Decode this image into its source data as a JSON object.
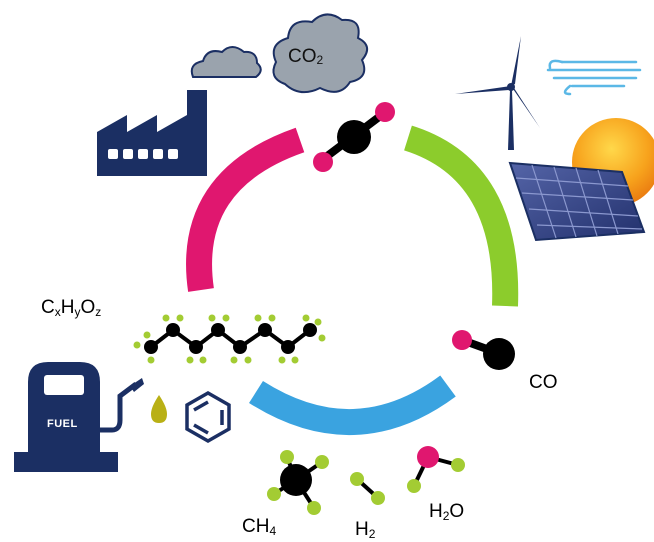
{
  "labels": {
    "co2": {
      "main": "CO",
      "sub": "2"
    },
    "fuel_formula": {
      "c": "C",
      "x": "x",
      "h": "H",
      "y": "y",
      "o": "O",
      "z": "z"
    },
    "co": "CO",
    "ch4": {
      "main": "CH",
      "sub": "4"
    },
    "h2": {
      "main": "H",
      "sub": "2"
    },
    "h2o": {
      "h": "H",
      "sub": "2",
      "o": "O"
    },
    "fuel_pump": "FUEL"
  },
  "colors": {
    "navy": "#1b2f63",
    "pink": "#e0176f",
    "green": "#8ccc2c",
    "blue": "#3aa3e0",
    "atom_black": "#000000",
    "atom_green": "#a3cc33",
    "cloud": "#9aa3ad",
    "sun": "#f7a21c",
    "solar": "#2e3f86",
    "wind": "#5bb8e6",
    "oil_drop": "#b9b015"
  },
  "icons": [
    "factory-icon",
    "cloud-icon",
    "co2-cloud-icon",
    "wind-turbine-icon",
    "wind-icon",
    "sun-icon",
    "solar-panel-icon",
    "fuel-pump-icon",
    "oil-drop-icon",
    "benzene-ring-icon"
  ]
}
